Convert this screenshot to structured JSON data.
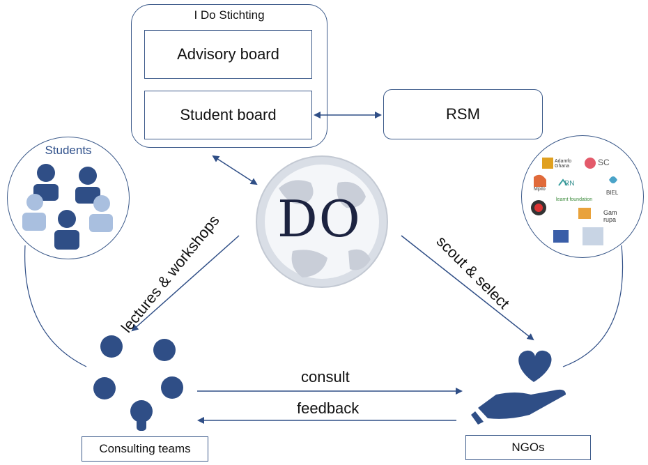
{
  "org": {
    "title": "I Do Stichting",
    "advisory_board": "Advisory board",
    "student_board": "Student board"
  },
  "rsm": {
    "label": "RSM"
  },
  "students": {
    "label": "Students"
  },
  "logo": {
    "text": "DO"
  },
  "flows": {
    "lectures": "lectures & workshops",
    "scout": "scout & select",
    "consult": "consult",
    "feedback": "feedback"
  },
  "consulting_teams": {
    "label": "Consulting teams"
  },
  "ngos": {
    "label": "NGOs",
    "partner_logos": [
      "Adamfo Ghana",
      "SC",
      "Mpilo",
      "RN",
      "BIEL",
      "learnt foundation",
      "Gam rupa"
    ]
  },
  "colors": {
    "accent": "#2f4e86",
    "light": "#a9bfdf",
    "logo_dark": "#1c2340"
  }
}
